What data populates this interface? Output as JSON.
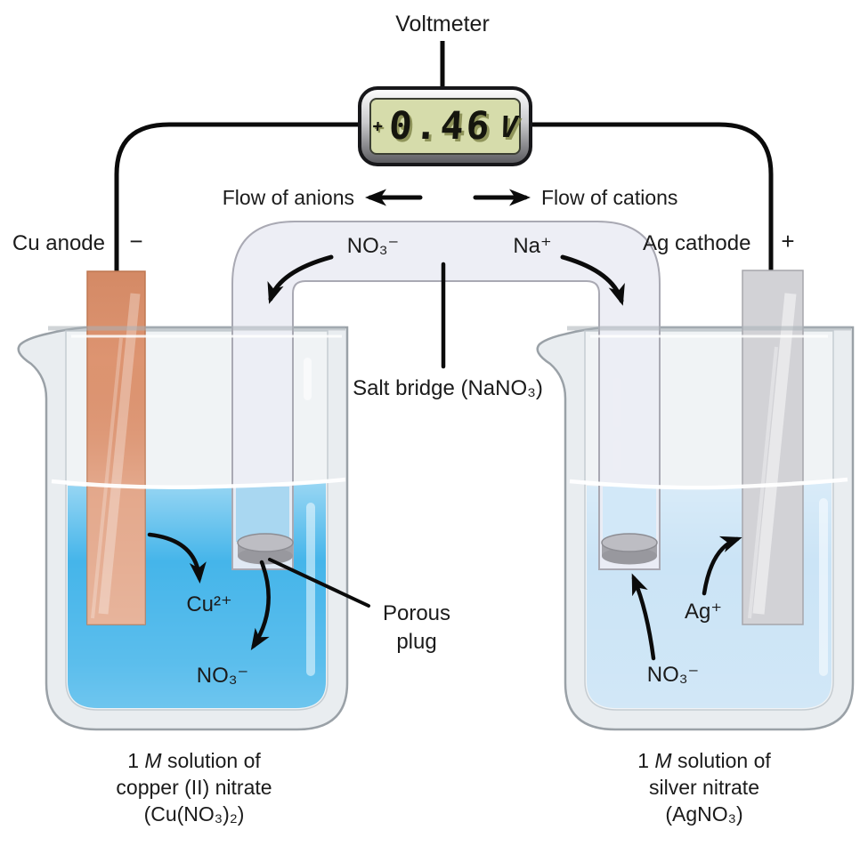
{
  "title": "Galvanic cell diagram: copper-silver voltaic cell with salt bridge",
  "voltmeter": {
    "label": "Voltmeter",
    "display": {
      "sign": "+",
      "value": "0.46",
      "unit": "V"
    }
  },
  "flow": {
    "anions": "Flow of anions",
    "cations": "Flow of cations"
  },
  "electrodes": {
    "left_label": "Cu anode",
    "left_sign": "−",
    "right_label": "Ag cathode",
    "right_sign": "+"
  },
  "salt_bridge": {
    "anion": "NO₃⁻",
    "cation": "Na⁺",
    "label": "Salt bridge (NaNO₃)"
  },
  "porous_plug": {
    "line1": "Porous",
    "line2": "plug"
  },
  "left_beaker": {
    "ion_copper": "Cu²⁺",
    "ion_nitrate": "NO₃⁻",
    "caption": {
      "a": "1",
      "m": "M",
      "b": "solution of",
      "line2": "copper (II) nitrate",
      "line3": "(Cu(NO₃)₂)"
    }
  },
  "right_beaker": {
    "ion_nitrate": "NO₃⁻",
    "ion_silver": "Ag⁺",
    "caption": {
      "a": "1",
      "m": "M",
      "b": "solution of",
      "line2": "silver nitrate",
      "line3": "(AgNO₃)"
    }
  },
  "colors": {
    "wire": "#0b0b0b",
    "copper_electrode": "#dd9471",
    "silver_electrode": "#d2d2d6",
    "left_solution": "#45b5ea",
    "right_solution": "#cbe4f6",
    "salt_bridge_glass": "#ecedf4",
    "beaker_glass": "#e9edf0",
    "porous_plug": "#b0b0b6",
    "lcd_background": "#d6dcab",
    "lcd_text": "#15150e"
  }
}
